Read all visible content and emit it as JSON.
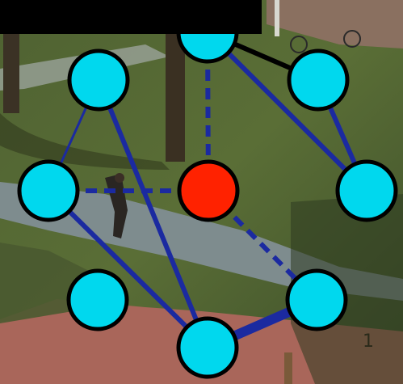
{
  "game": {
    "level_label": "1"
  },
  "colors": {
    "node_default": "#00d8ee",
    "node_active": "#ff2200",
    "node_stroke": "#000000",
    "edge": "#1b2aa0",
    "edge_black": "#000000"
  },
  "graph": {
    "nodes": [
      {
        "id": "n-top",
        "state": "default"
      },
      {
        "id": "n-top-left",
        "state": "default"
      },
      {
        "id": "n-top-right",
        "state": "default"
      },
      {
        "id": "n-mid-left",
        "state": "default"
      },
      {
        "id": "n-center",
        "state": "active"
      },
      {
        "id": "n-mid-right",
        "state": "default"
      },
      {
        "id": "n-bottom-left",
        "state": "default"
      },
      {
        "id": "n-bottom-right",
        "state": "default"
      },
      {
        "id": "n-bottom",
        "state": "default"
      }
    ],
    "edges": [
      {
        "from": "n-top",
        "to": "n-top-right",
        "style": "solid",
        "color": "black",
        "weight": "medium"
      },
      {
        "from": "n-top",
        "to": "n-center",
        "style": "dashed",
        "color": "blue",
        "weight": "medium"
      },
      {
        "from": "n-top",
        "to": "n-mid-right",
        "style": "solid",
        "color": "blue",
        "weight": "medium"
      },
      {
        "from": "n-top-right",
        "to": "n-mid-right",
        "style": "solid",
        "color": "blue",
        "weight": "medium"
      },
      {
        "from": "n-top-left",
        "to": "n-mid-left",
        "style": "solid",
        "color": "blue",
        "weight": "thin"
      },
      {
        "from": "n-top-left",
        "to": "n-bottom",
        "style": "solid",
        "color": "blue",
        "weight": "medium"
      },
      {
        "from": "n-mid-left",
        "to": "n-center",
        "style": "dashed",
        "color": "blue",
        "weight": "medium"
      },
      {
        "from": "n-mid-left",
        "to": "n-bottom",
        "style": "solid",
        "color": "blue",
        "weight": "medium"
      },
      {
        "from": "n-center",
        "to": "n-bottom-right",
        "style": "dashed",
        "color": "blue",
        "weight": "medium"
      },
      {
        "from": "n-bottom",
        "to": "n-bottom-right",
        "style": "solid",
        "color": "blue",
        "weight": "thick"
      }
    ]
  }
}
